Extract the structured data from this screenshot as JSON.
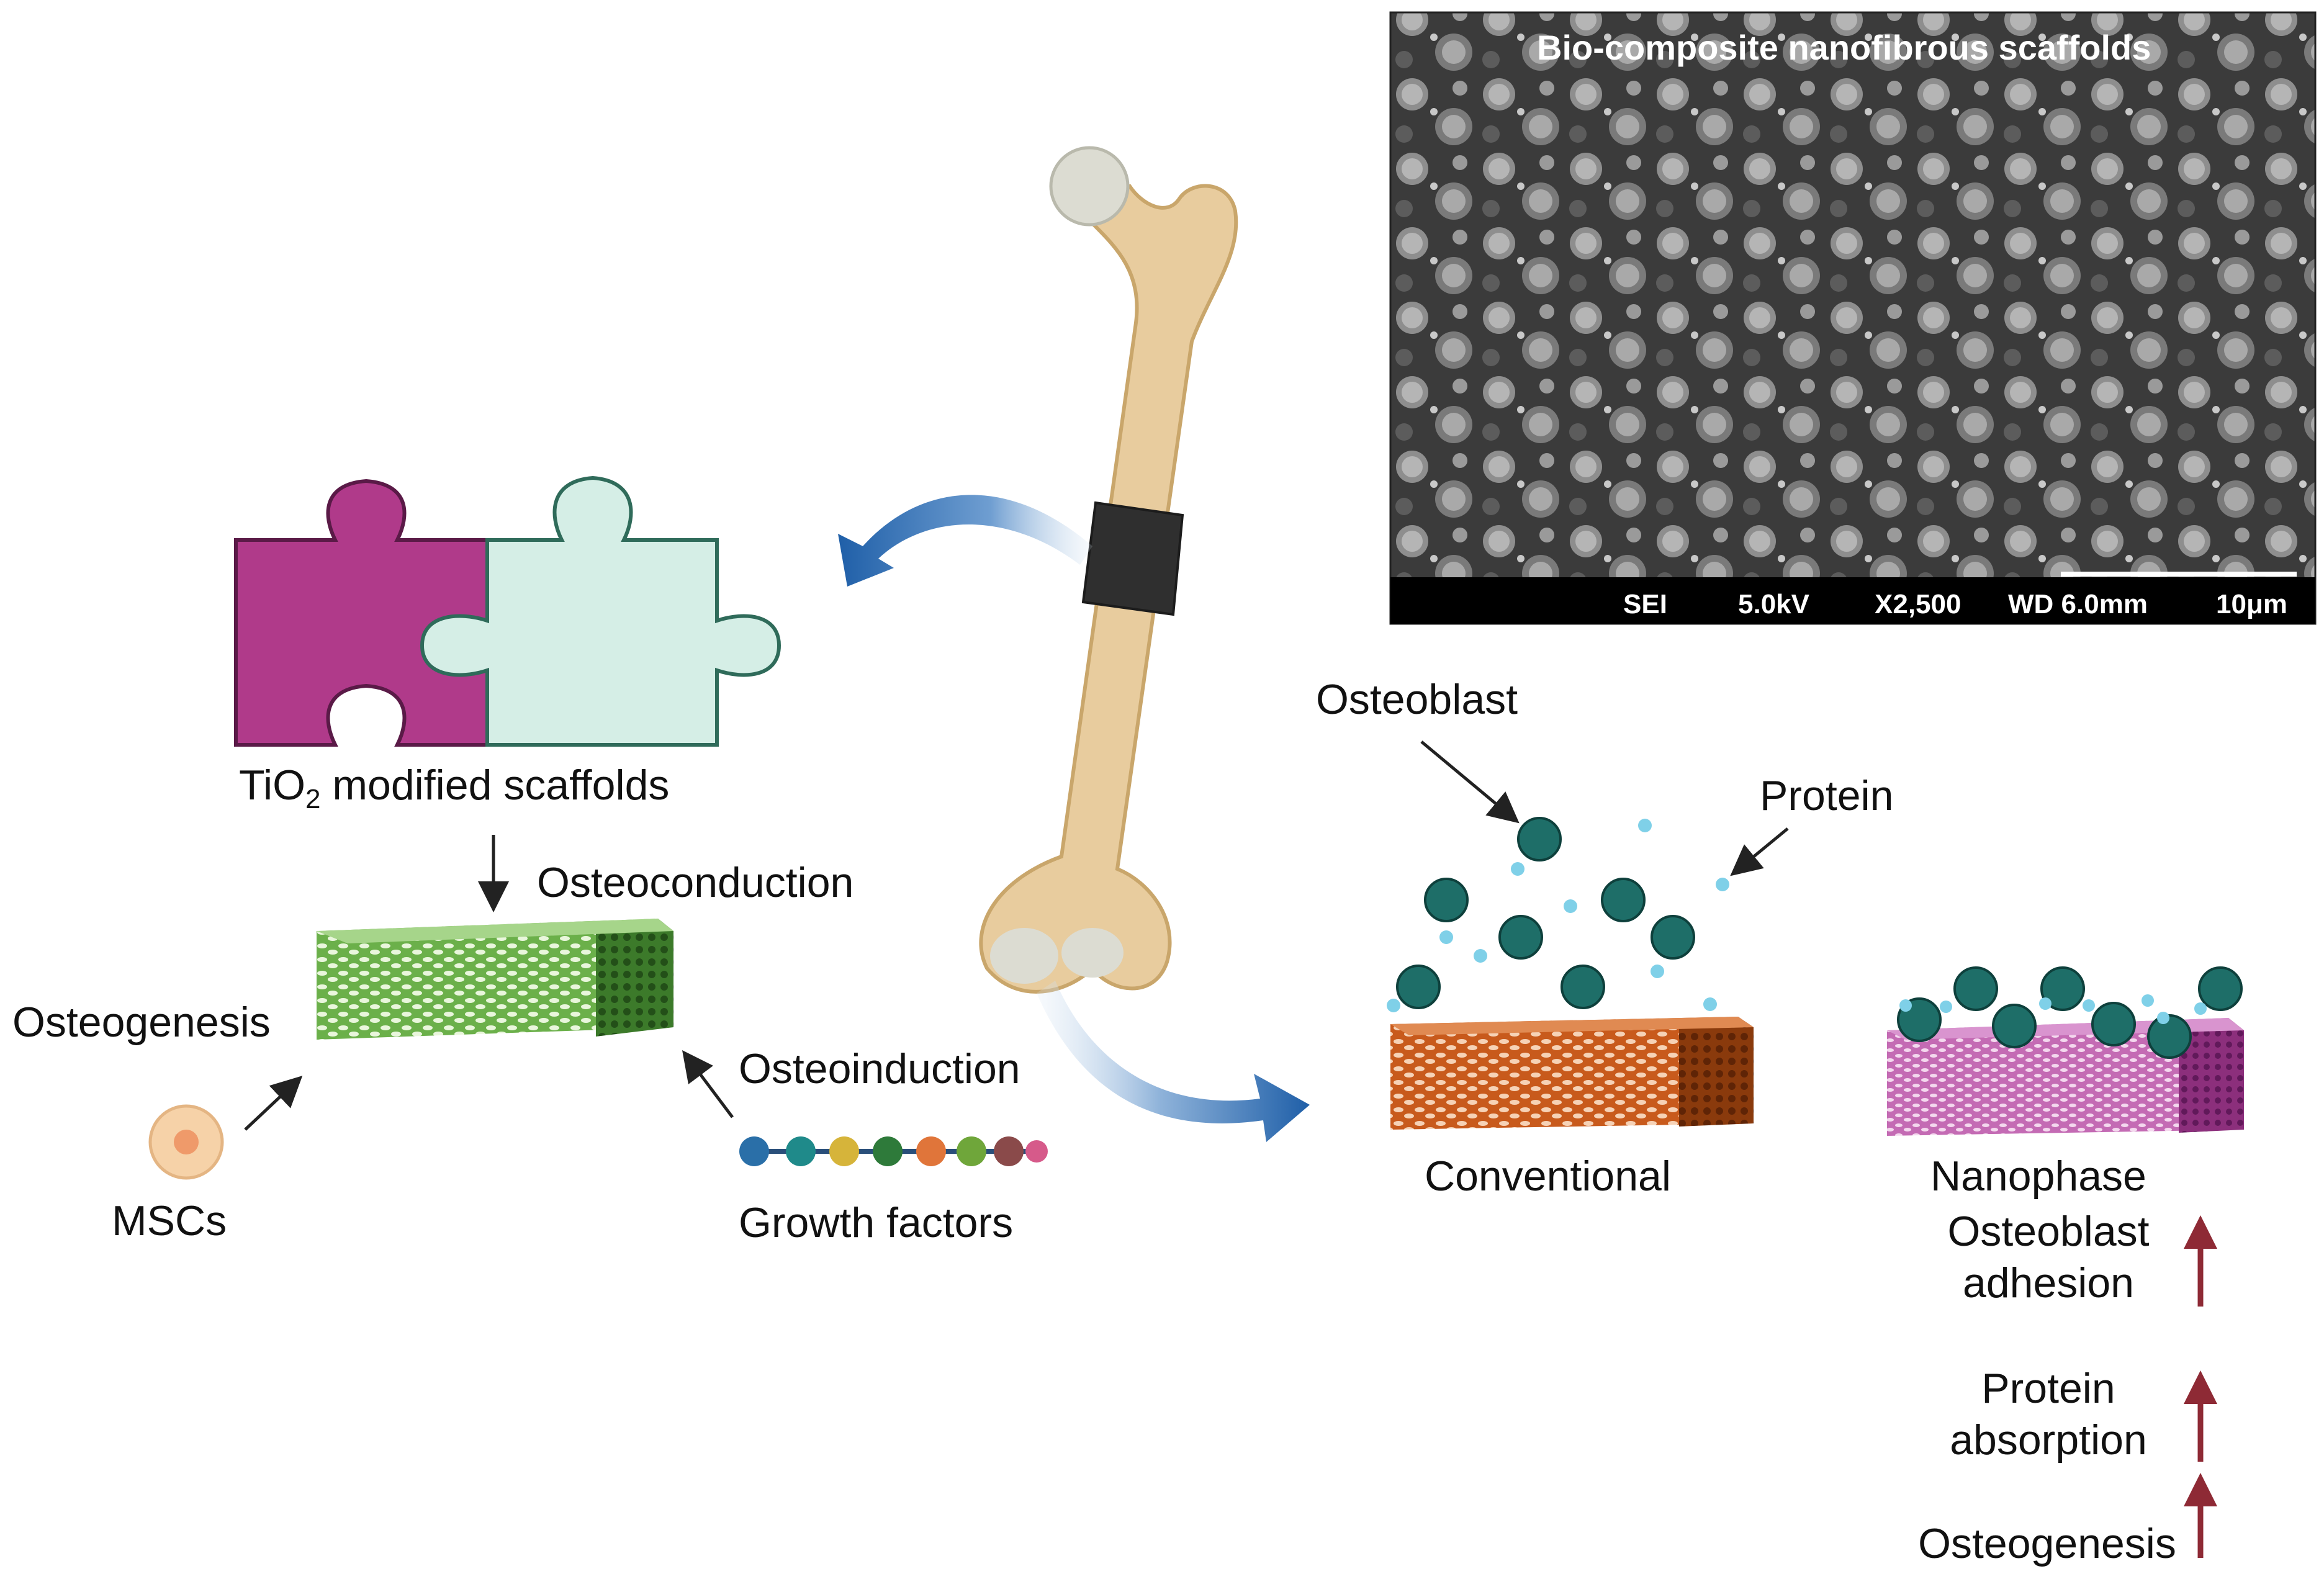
{
  "sem_image": {
    "title": "Bio-composite nanofibrous scaffolds",
    "footer": [
      "SEI",
      "5.0kV",
      "X2,500",
      "WD 6.0mm",
      "10μm"
    ]
  },
  "scaffold": {
    "label_main": "TiO",
    "label_sub": "2",
    "label_rest": " modified scaffolds",
    "colors": {
      "left_piece": "#b03a8a",
      "right_piece": "#d5eee6",
      "outline": "#2f6b5a"
    }
  },
  "processes": {
    "osteoconduction": "Osteoconduction",
    "osteogenesis": "Osteogenesis",
    "osteoinduction": "Osteoinduction"
  },
  "cells": {
    "mscs": "MSCs",
    "growth_factors": "Growth factors"
  },
  "right_panel": {
    "osteoblast": "Osteoblast",
    "protein": "Protein",
    "conventional": "Conventional",
    "nanophase": "Nanophase",
    "effects": [
      {
        "line1": "Osteoblast",
        "line2": "adhesion"
      },
      {
        "line1": "Protein",
        "line2": "absorption"
      },
      {
        "line1": "Osteogenesis",
        "line2": ""
      }
    ]
  }
}
